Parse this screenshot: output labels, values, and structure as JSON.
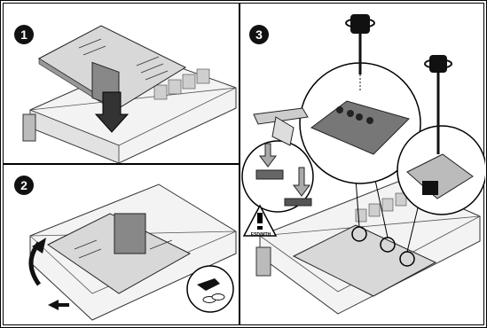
{
  "steps": [
    {
      "number": "1"
    },
    {
      "number": "2"
    },
    {
      "number": "3"
    }
  ],
  "warning_label": "ESD/MTH",
  "icons": {
    "rotate_screwdriver": "screwdriver-rotate-icon",
    "grease": "thermal-grease-icon",
    "caution": "caution-triangle-icon"
  }
}
